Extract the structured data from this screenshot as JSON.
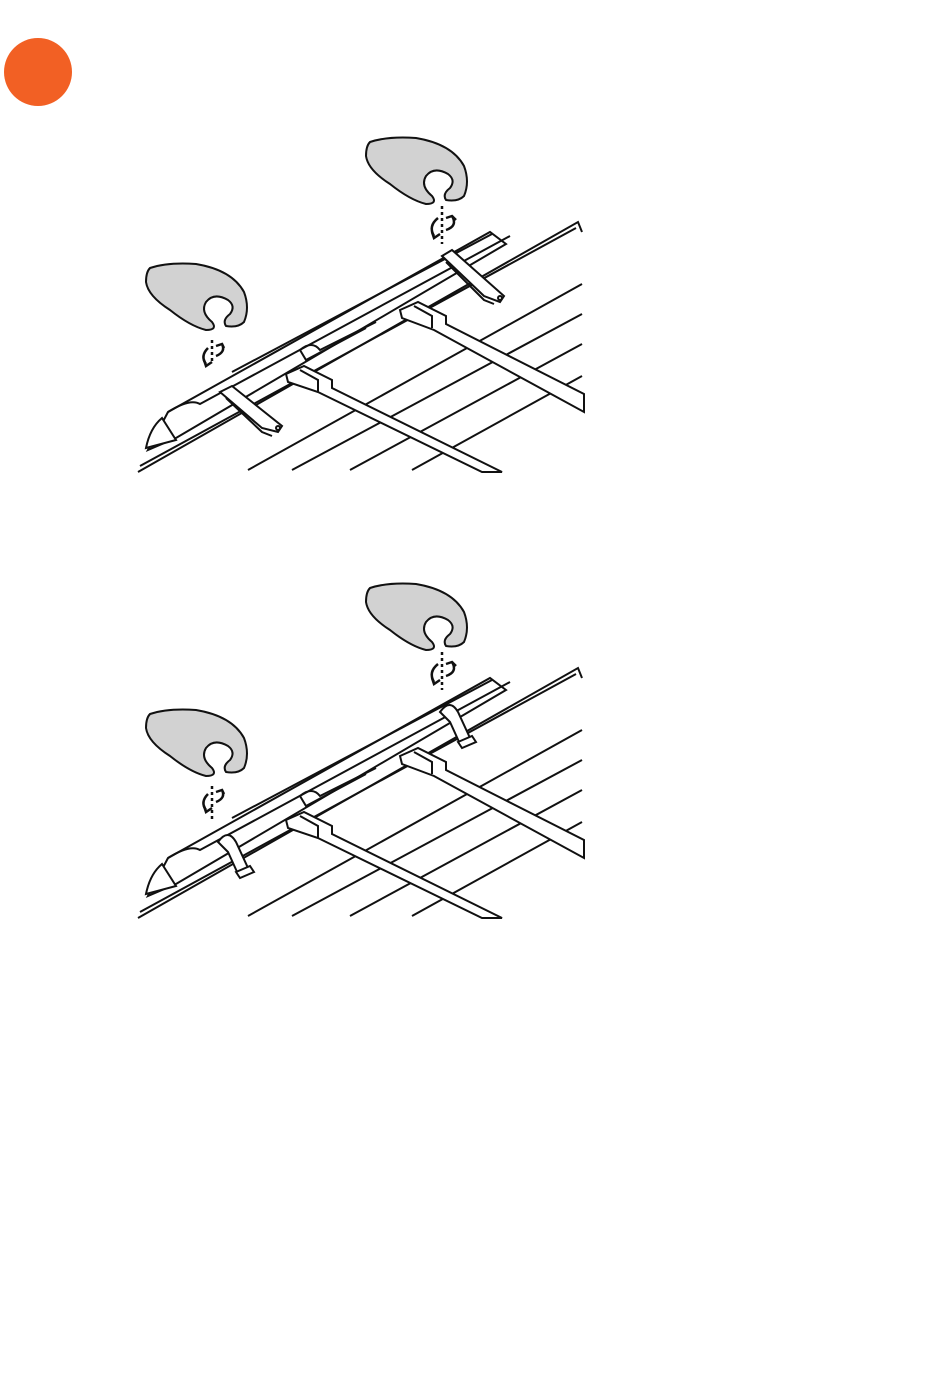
{
  "colors": {
    "step_badge": "#f26024",
    "hand_fill": "#d2d2d2",
    "line": "#111111",
    "background": "#ffffff"
  },
  "step_badge": {
    "label": ""
  },
  "figures": [
    {
      "name": "figure-open-clamps",
      "clamp_state": "open",
      "icons": [
        "hand-left-icon",
        "rotate-arrows-left-icon",
        "hand-right-icon",
        "rotate-arrows-right-icon"
      ]
    },
    {
      "name": "figure-closed-clamps",
      "clamp_state": "closed",
      "icons": [
        "hand-left-icon",
        "rotate-arrows-left-icon",
        "hand-right-icon",
        "rotate-arrows-right-icon"
      ]
    }
  ]
}
